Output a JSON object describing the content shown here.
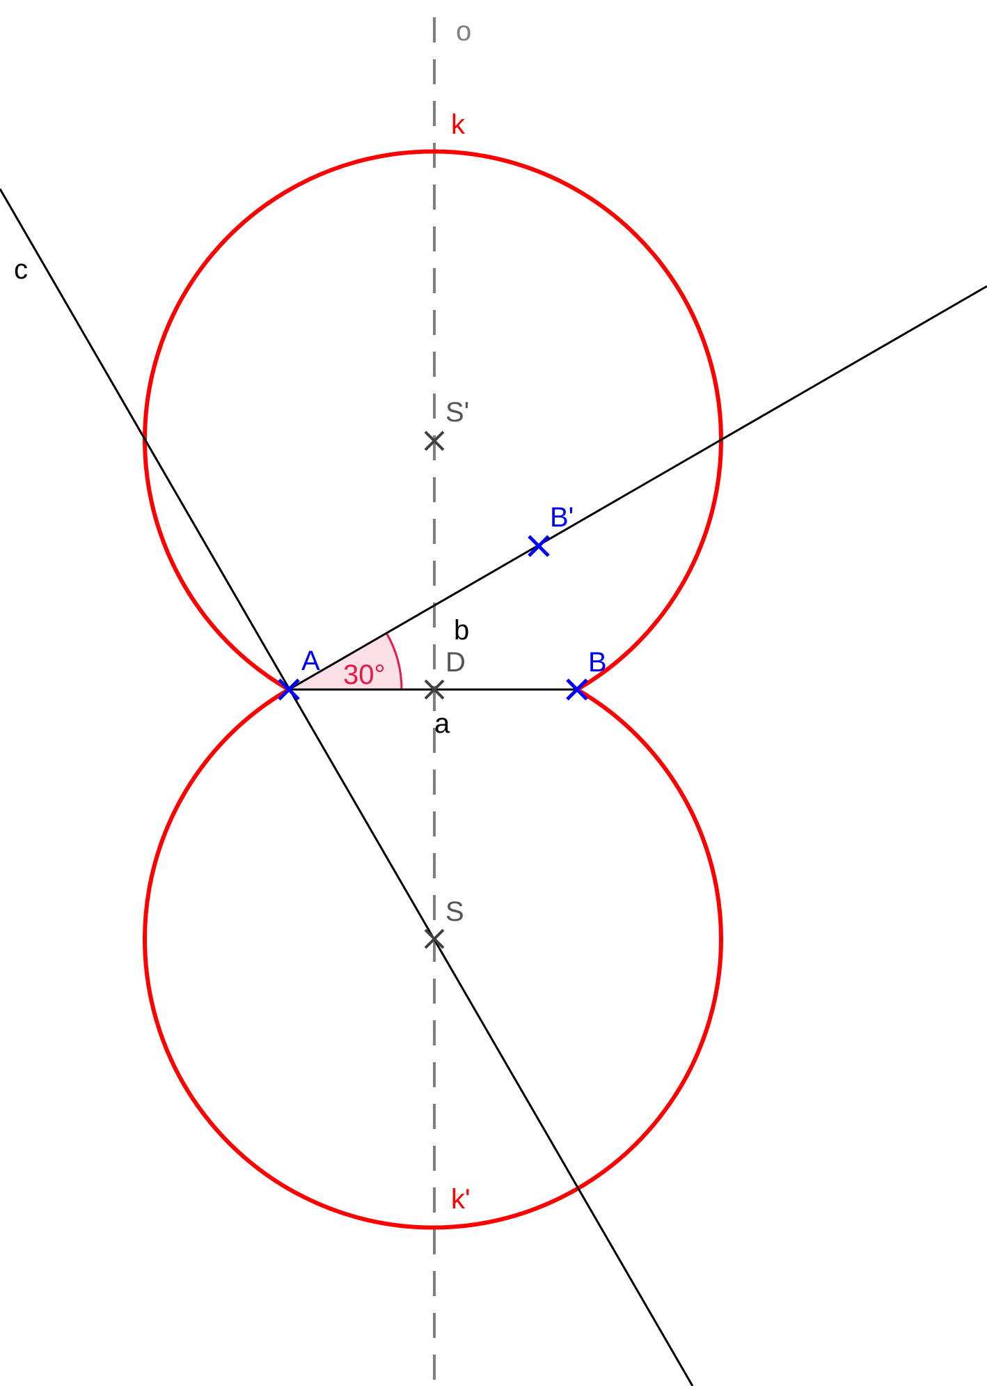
{
  "labels": {
    "axis_o": "o",
    "circle_k": "k",
    "circle_k_prime": "k'",
    "line_c": "c",
    "line_b": "b",
    "segment_a": "a",
    "point_a": "A",
    "point_b": "B",
    "point_b_prime": "B'",
    "point_d": "D",
    "point_s": "S",
    "point_s_prime": "S'",
    "angle": "30°"
  },
  "colors": {
    "circle": "#ff0000",
    "point_blue": "#0000ff",
    "point_gray": "#404040",
    "label_gray": "#555555",
    "axis": "#808080",
    "line": "#000000",
    "angle_stroke": "#e8174a",
    "angle_fill": "#fde0e6",
    "angle_text": "#e8174a"
  }
}
